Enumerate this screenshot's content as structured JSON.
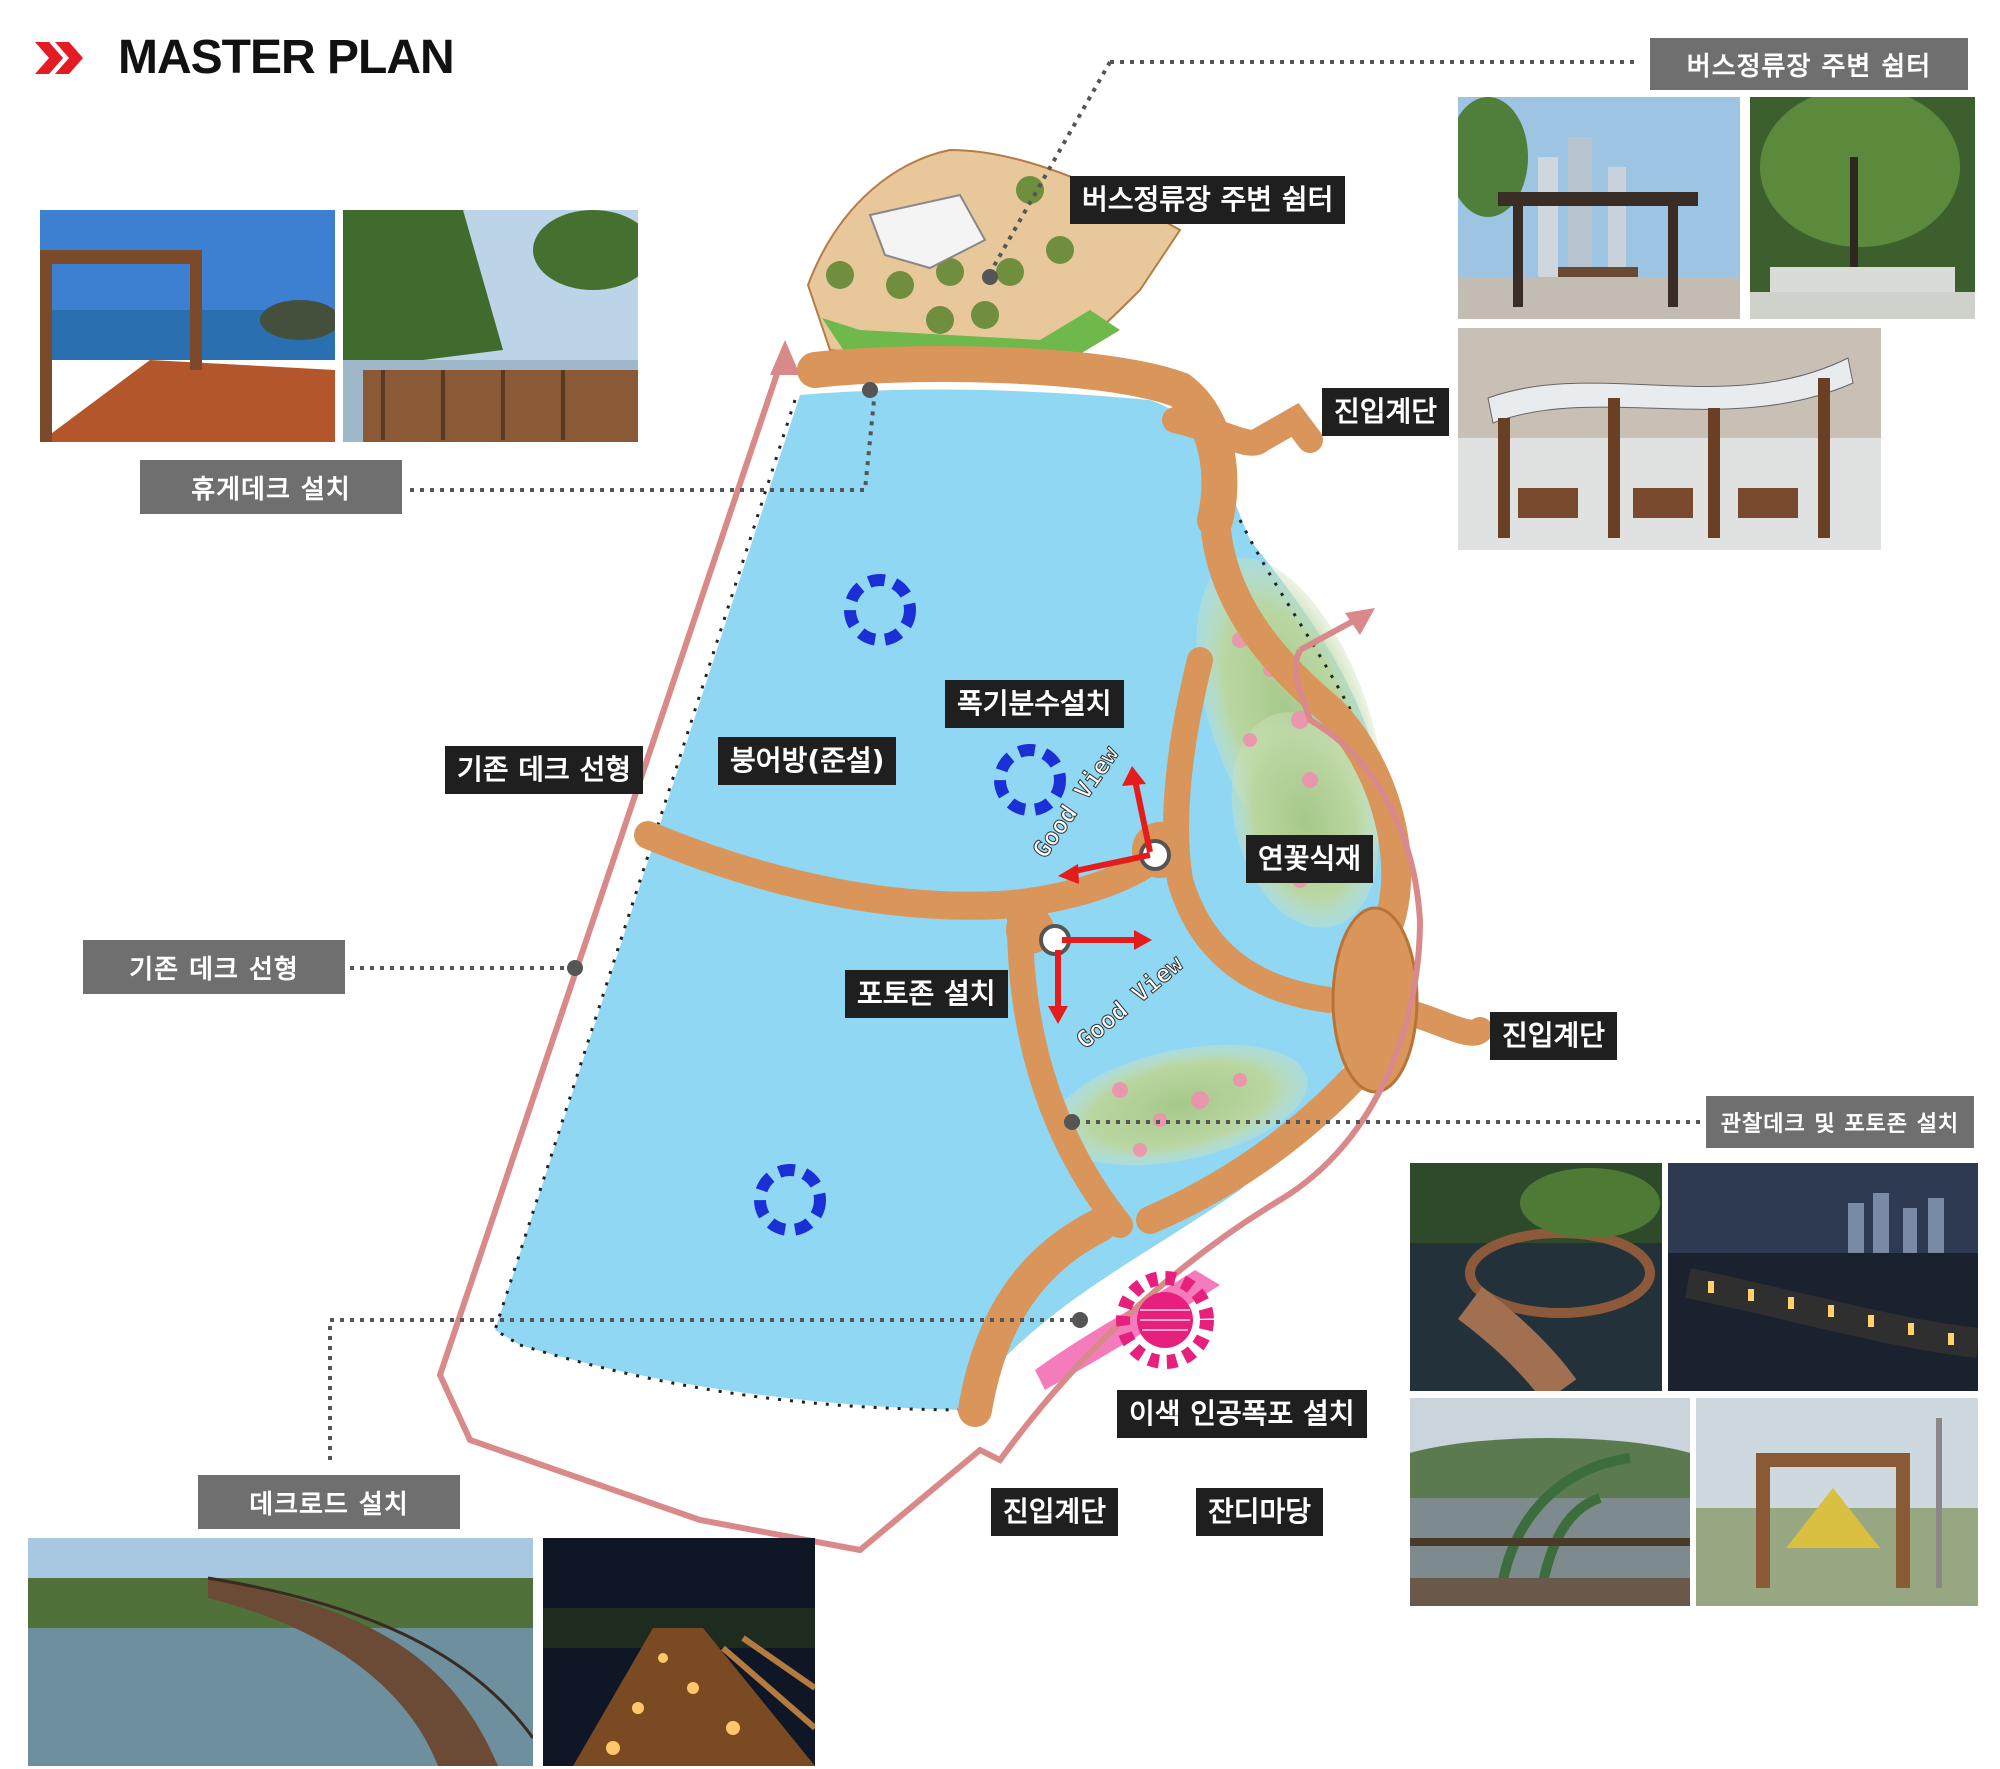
{
  "title": "MASTER PLAN",
  "callouts": {
    "rest_deck": "휴게데크 설치",
    "existing_deck_left": "기존 데크 선형",
    "deck_road": "데크로드 설치",
    "bus_shelter_top": "버스정류장 주변 쉼터",
    "observation_deck": "관찰데크 및 포토존 설치"
  },
  "map_labels": {
    "bus_shelter": "버스정류장 주변 쉼터",
    "entry_stairs_ne": "진입계단",
    "fountain": "폭기분수설치",
    "pond": "붕어방(준설)",
    "existing_deck": "기존 데크 선형",
    "lotus": "연꽃식재",
    "photo_zone": "포토존 설치",
    "entry_stairs_e": "진입계단",
    "waterfall": "이색 인공폭포 설치",
    "entry_stairs_s": "진입계단",
    "lawn": "잔디마당",
    "good_view_1": "Good View",
    "good_view_2": "Good View"
  },
  "colors": {
    "water": "#8fd7f3",
    "deck": "#d9955a",
    "route": "#d98989",
    "fountain": "#1b2fd6",
    "waterfall": "#e8207d",
    "arrow_red": "#e51c1c"
  }
}
